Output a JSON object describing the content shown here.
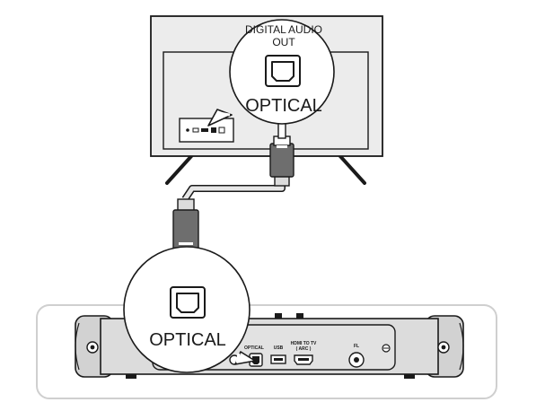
{
  "tv": {
    "callout_title_line1": "DIGITAL AUDIO",
    "callout_title_line2": "OUT",
    "callout_port_label": "OPTICAL"
  },
  "soundbar": {
    "callout_port_label": "OPTICAL",
    "port_labels": {
      "optical": "OPTICAL",
      "usb": "USB",
      "hdmi_line1": "HDMI TO TV",
      "hdmi_line2": "( ARC )",
      "fl": "FL"
    }
  },
  "colors": {
    "outline": "#1a1a1a",
    "tv_fill": "#ececec",
    "bar_fill": "#d6d6d6",
    "plug_dark": "#6e6e6e",
    "frame": "#cfcfcf"
  }
}
